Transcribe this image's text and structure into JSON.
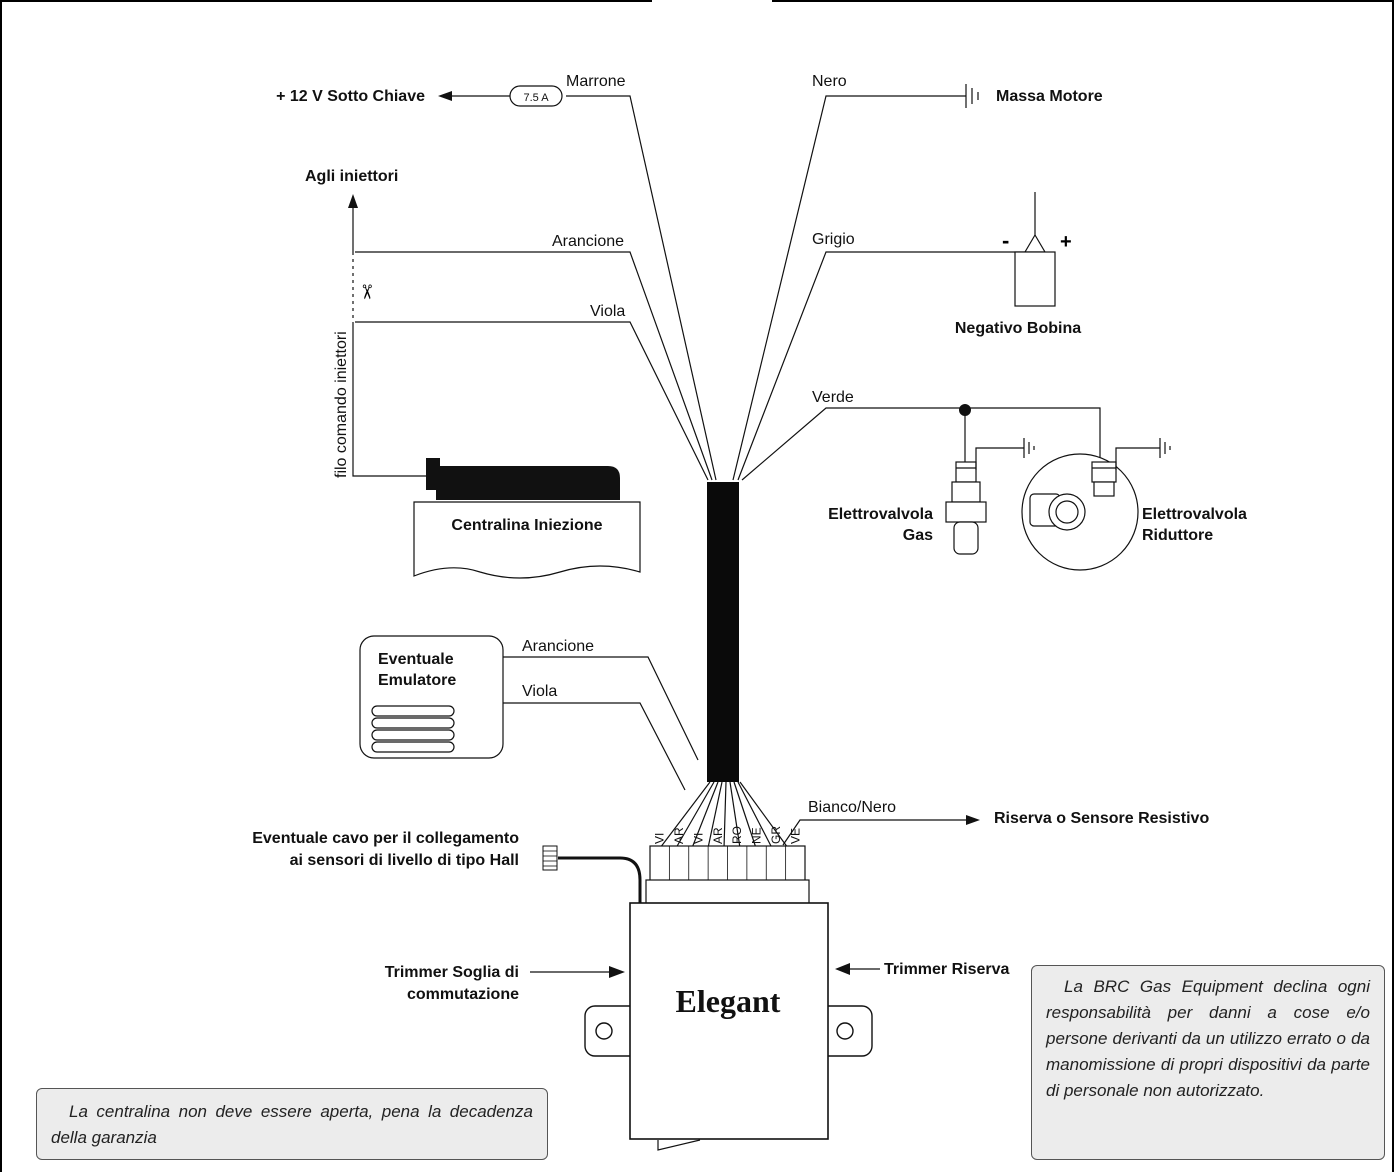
{
  "wires_top": {
    "marrone": "Marrone",
    "nero": "Nero",
    "arancione": "Arancione",
    "grigio": "Grigio",
    "viola": "Viola",
    "verde": "Verde"
  },
  "wires_emulator": {
    "arancione": "Arancione",
    "viola": "Viola"
  },
  "wire_bianco_nero": "Bianco/Nero",
  "fuse_label": "7.5 A",
  "labels": {
    "plus12v": "+ 12 V Sotto Chiave",
    "massa": "Massa Motore",
    "agli_iniettori": "Agli iniettori",
    "filo_comando": "filo comando iniettori",
    "negativo_bobina": "Negativo Bobina",
    "centralina_iniezione": "Centralina Iniezione",
    "elettrovalvola_gas_1": "Elettrovalvola",
    "elettrovalvola_gas_2": "Gas",
    "elettrovalvola_rid_1": "Elettrovalvola",
    "elettrovalvola_rid_2": "Riduttore",
    "emulatore_1": "Eventuale",
    "emulatore_2": "Emulatore",
    "hall_1": "Eventuale cavo per il collegamento",
    "hall_2": "ai sensori di livello di tipo Hall",
    "trimmer_soglia_1": "Trimmer Soglia di",
    "trimmer_soglia_2": "commutazione",
    "trimmer_riserva": "Trimmer Riserva",
    "riserva_sensore": "Riserva o Sensore Resistivo",
    "device_name": "Elegant",
    "coil_minus": "-",
    "coil_plus": "+"
  },
  "connector_pins": [
    "VI",
    "AR",
    "VI",
    "AR",
    "RO",
    "NE",
    "GR",
    "VE"
  ],
  "notes": {
    "left": "La centralina non deve essere aperta, pena la decadenza della garanzia",
    "right": "La BRC Gas Equipment declina ogni responsabilità per danni a cose e/o persone derivanti da un utilizzo errato o da manomissione di propri dispositivi da parte di personale non autorizzato."
  }
}
